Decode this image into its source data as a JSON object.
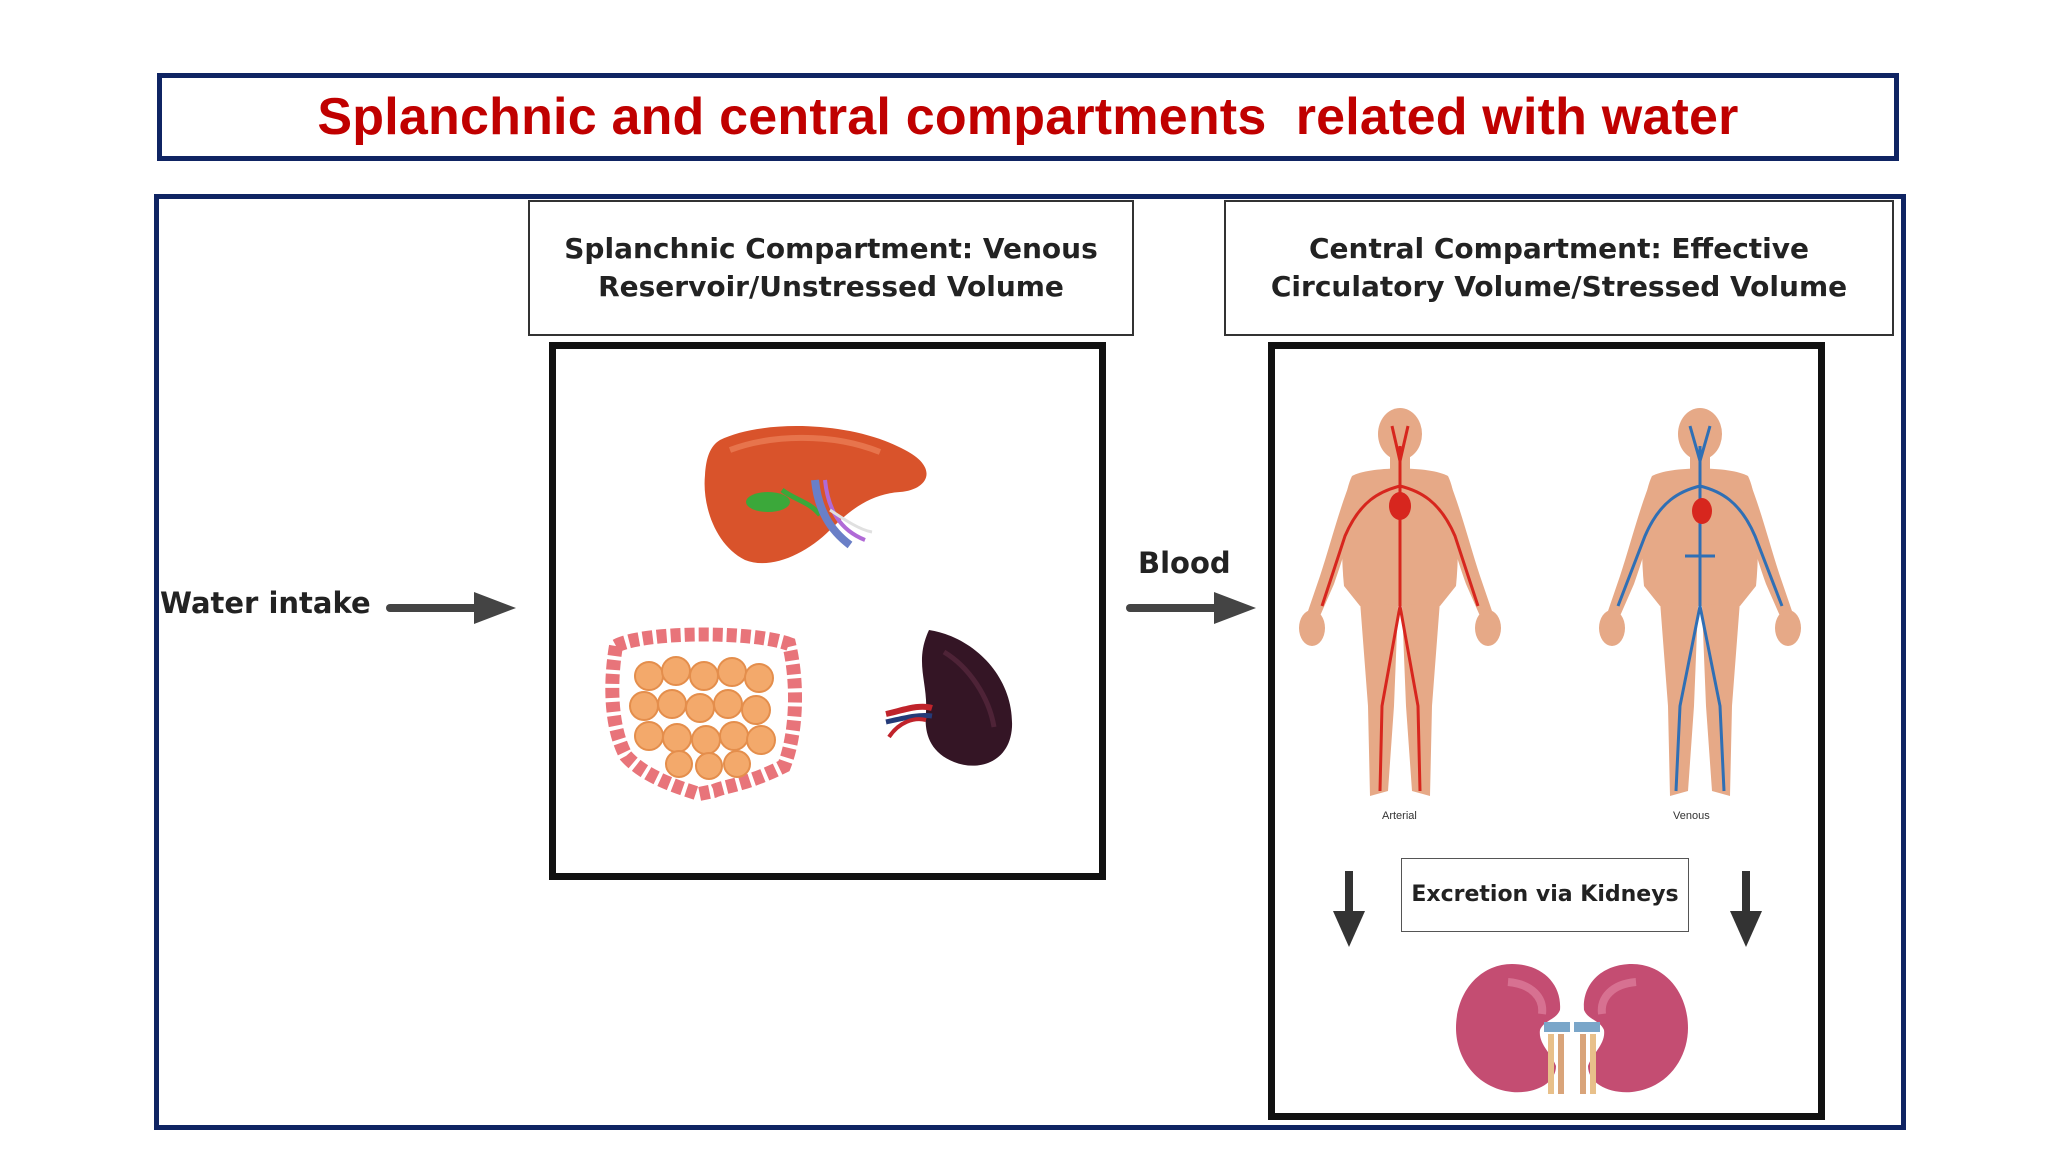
{
  "title": "Splanchnic and central compartments  related with water",
  "splanchnic_header": {
    "line1": "Splanchnic Compartment: Venous",
    "line2": "Reservoir/Unstressed Volume"
  },
  "central_header": {
    "line1": "Central Compartment: Effective",
    "line2": "Circulatory Volume/Stressed Volume"
  },
  "water_intake_label": "Water intake",
  "blood_label": "Blood",
  "excretion_label": "Excretion via Kidneys",
  "body_captions": {
    "arterial": "Arterial",
    "venous": "Venous"
  },
  "organs": [
    "liver-icon",
    "intestines-icon",
    "spleen-icon",
    "arterial-body-icon",
    "venous-body-icon",
    "kidney-icon"
  ],
  "colors": {
    "title": "#c00000",
    "frame": "#0f2463",
    "arterial": "#d7261e",
    "venous": "#2f6fb5",
    "skin": "#e6a987"
  }
}
